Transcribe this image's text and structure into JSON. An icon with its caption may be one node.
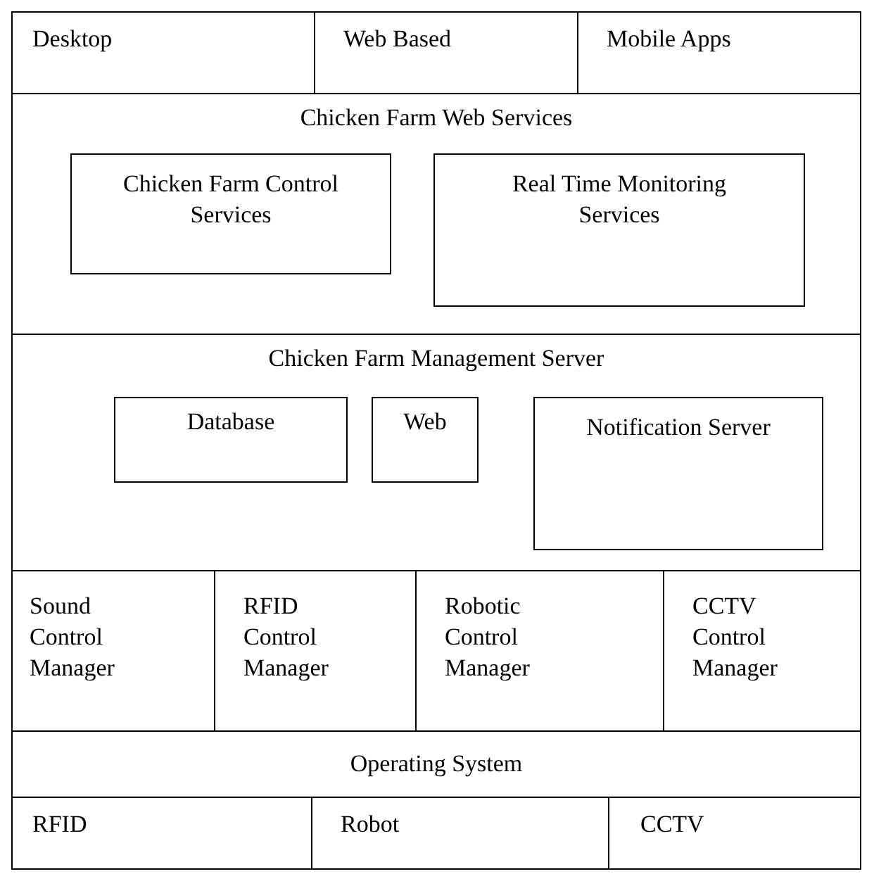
{
  "diagram": {
    "nodes": [
      {
        "text": [
          "Desktop"
        ]
      },
      {
        "text": [
          "Web Based"
        ]
      },
      {
        "text": [
          "Mobile Apps"
        ]
      },
      {
        "text": [
          "Chicken Farm Web Services"
        ]
      },
      {
        "text": [
          "Chicken Farm Control Services"
        ],
        "in": 3
      },
      {
        "text": [
          "Real Time Monitoring Services"
        ],
        "in": 3
      },
      {
        "text": [
          "Chicken Farm Management Server"
        ]
      },
      {
        "text": [
          "Database"
        ],
        "in": 6
      },
      {
        "text": [
          "Web"
        ],
        "in": 6
      },
      {
        "text": [
          "Notification Server"
        ],
        "in": 6
      },
      {
        "text": [
          "Sound Control Manager"
        ]
      },
      {
        "text": [
          "RFID Control Manager"
        ]
      },
      {
        "text": [
          "Robotic Control Manager"
        ]
      },
      {
        "text": [
          "CCTV Control Manager"
        ]
      },
      {
        "text": [
          "Operating System"
        ]
      },
      {
        "text": [
          "RFID"
        ]
      },
      {
        "text": [
          "Robot"
        ]
      },
      {
        "text": [
          "CCTV"
        ]
      }
    ],
    "edges": []
  }
}
